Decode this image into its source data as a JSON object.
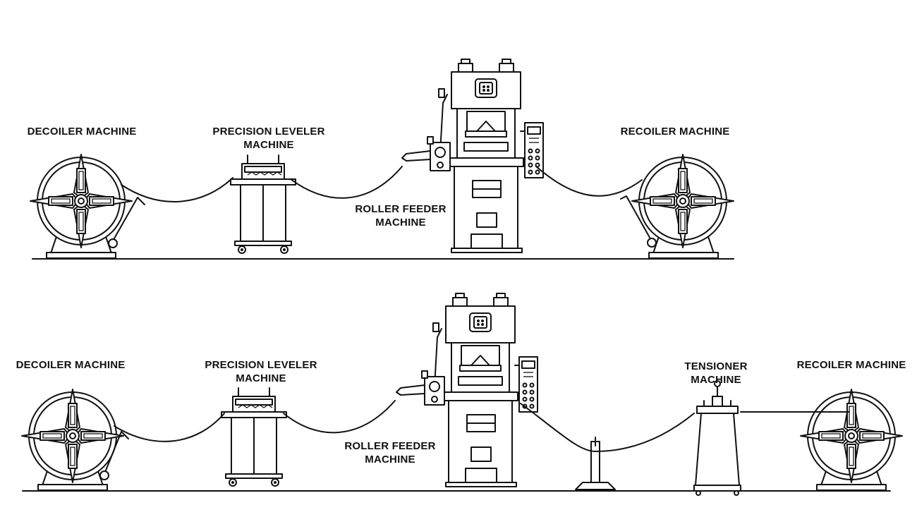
{
  "colors": {
    "ink": "#111111",
    "background": "#ffffff"
  },
  "lines": {
    "top": {
      "decoiler": {
        "line1": "DECOILER MACHINE",
        "line2": ""
      },
      "leveler": {
        "line1": "PRECISION LEVELER",
        "line2": "MACHINE"
      },
      "feeder": {
        "line1": "ROLLER FEEDER",
        "line2": "MACHINE"
      },
      "recoiler": {
        "line1": "RECOILER MACHINE",
        "line2": ""
      }
    },
    "bottom": {
      "decoiler": {
        "line1": "DECOILER MACHINE",
        "line2": ""
      },
      "leveler": {
        "line1": "PRECISION LEVELER",
        "line2": "MACHINE"
      },
      "feeder": {
        "line1": "ROLLER FEEDER",
        "line2": "MACHINE"
      },
      "tensioner": {
        "line1": "TENSIONER",
        "line2": "MACHINE"
      },
      "recoiler": {
        "line1": "RECOILER MACHINE",
        "line2": ""
      }
    }
  }
}
